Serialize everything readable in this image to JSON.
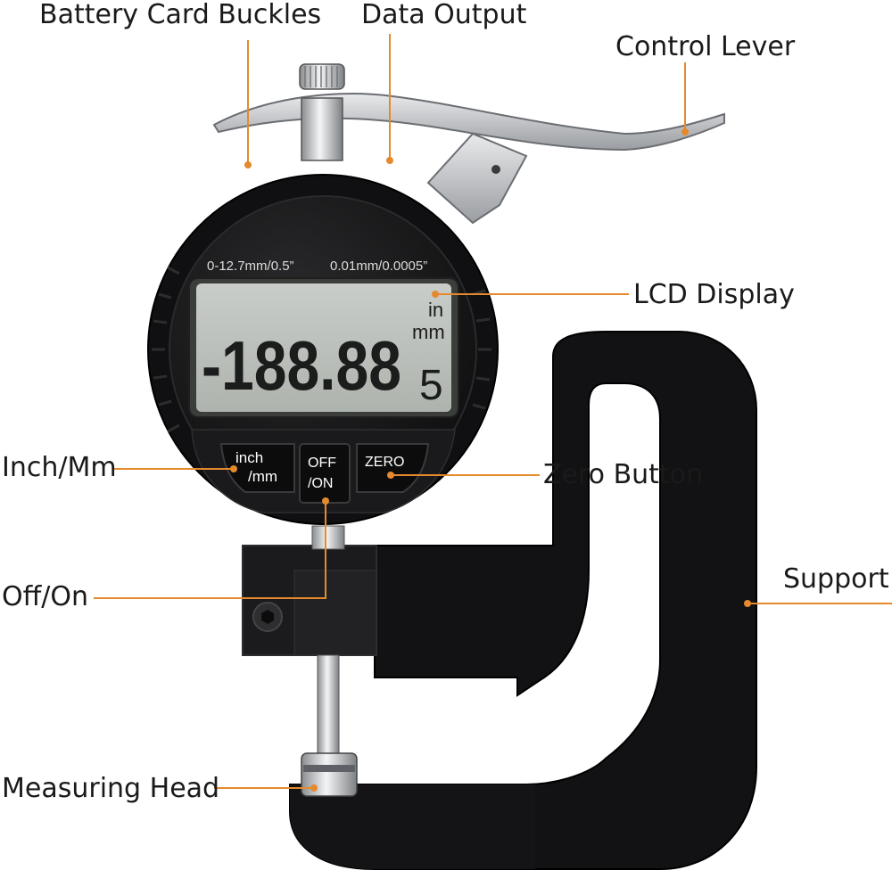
{
  "accent_color": "#e58a2c",
  "callouts": {
    "battery_card_buckles": "Battery Card Buckles",
    "data_output": "Data Output",
    "control_lever": "Control Lever",
    "lcd_display": "LCD Display",
    "inch_mm": "Inch/Mm",
    "zero_button": "Zero Button",
    "support": "Support",
    "off_on": "Off/On",
    "measuring_head": "Measuring Head"
  },
  "gauge": {
    "range_spec": "0-12.7mm/0.5”",
    "resolution_spec": "0.01mm/0.0005”",
    "lcd_reading": "-188.88",
    "lcd_unit_in": "in",
    "lcd_unit_mm": "mm",
    "lcd_small_digit": "5",
    "btn_inch_line1": "inch",
    "btn_inch_line2": "/mm",
    "btn_off_line1": "OFF",
    "btn_off_line2": "/ON",
    "btn_zero": "ZERO"
  }
}
